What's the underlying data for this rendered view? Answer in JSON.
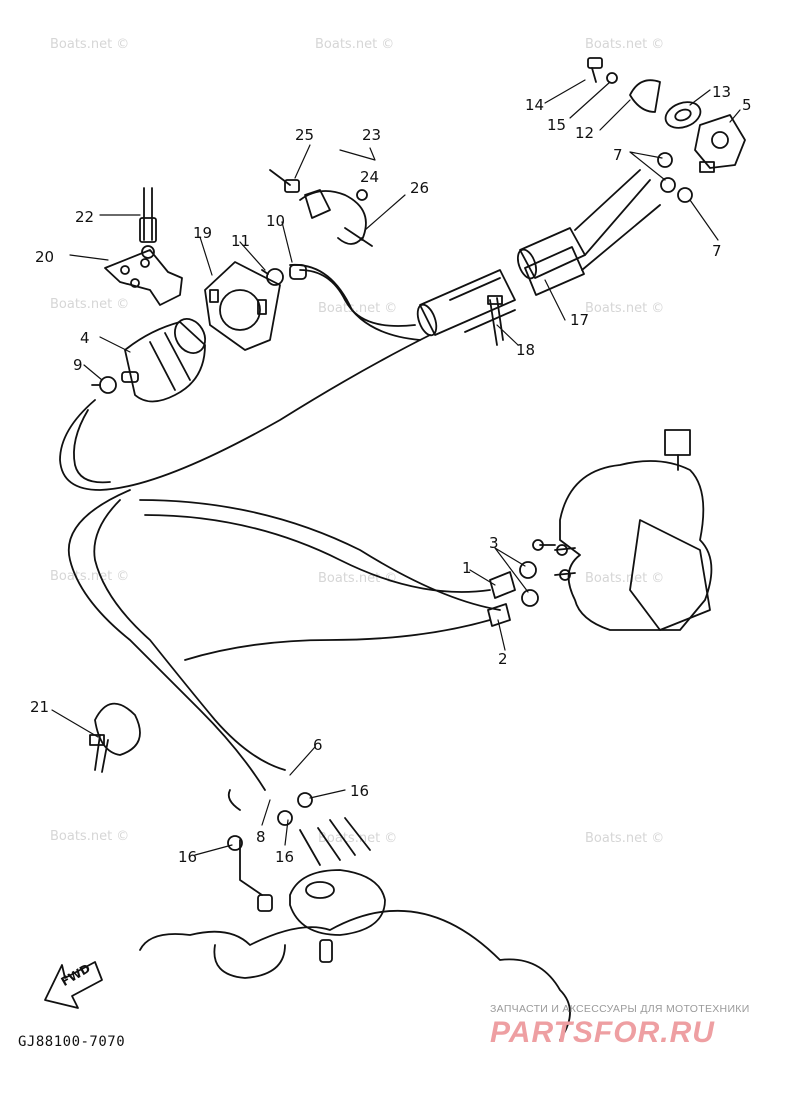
{
  "diagram": {
    "code": "GJ88100-7070",
    "fwd_label": "FWD",
    "watermark": "Boats.net ©",
    "brand_tagline": "ЗАПЧАСТИ И АКСЕССУАРЫ ДЛЯ МОТОТЕХНИКИ",
    "brand_logo": "PARTSFOR.RU"
  },
  "callouts": [
    {
      "id": "c1",
      "text": "1"
    },
    {
      "id": "c2",
      "text": "2"
    },
    {
      "id": "c3",
      "text": "3"
    },
    {
      "id": "c4",
      "text": "4"
    },
    {
      "id": "c5",
      "text": "5"
    },
    {
      "id": "c6",
      "text": "6"
    },
    {
      "id": "c7a",
      "text": "7"
    },
    {
      "id": "c7b",
      "text": "7"
    },
    {
      "id": "c8",
      "text": "8"
    },
    {
      "id": "c9",
      "text": "9"
    },
    {
      "id": "c10",
      "text": "10"
    },
    {
      "id": "c11",
      "text": "11"
    },
    {
      "id": "c12",
      "text": "12"
    },
    {
      "id": "c13",
      "text": "13"
    },
    {
      "id": "c14",
      "text": "14"
    },
    {
      "id": "c15",
      "text": "15"
    },
    {
      "id": "c16a",
      "text": "16"
    },
    {
      "id": "c16b",
      "text": "16"
    },
    {
      "id": "c16c",
      "text": "16"
    },
    {
      "id": "c17",
      "text": "17"
    },
    {
      "id": "c18",
      "text": "18"
    },
    {
      "id": "c19",
      "text": "19"
    },
    {
      "id": "c20",
      "text": "20"
    },
    {
      "id": "c21",
      "text": "21"
    },
    {
      "id": "c22",
      "text": "22"
    },
    {
      "id": "c23",
      "text": "23"
    },
    {
      "id": "c24",
      "text": "24"
    },
    {
      "id": "c25",
      "text": "25"
    },
    {
      "id": "c26",
      "text": "26"
    }
  ]
}
